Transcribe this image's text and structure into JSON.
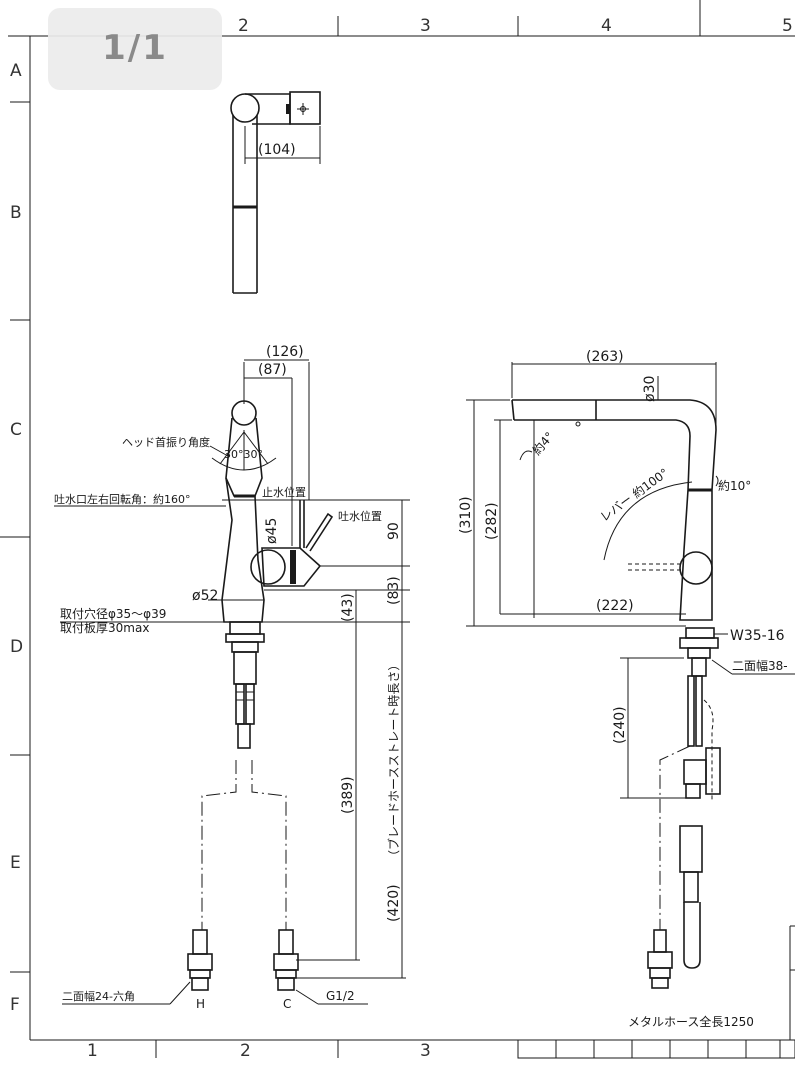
{
  "page_badge": "1/1",
  "grid": {
    "top_cols": [
      "2",
      "3",
      "4",
      "5"
    ],
    "bottom_cols": [
      "1",
      "2",
      "3"
    ],
    "rows": [
      "A",
      "B",
      "C",
      "D",
      "E",
      "F"
    ]
  },
  "dimensions": {
    "d104": "(104)",
    "d126": "(126)",
    "d87": "(87)",
    "d263": "(263)",
    "d310": "(310)",
    "d282": "(282)",
    "d222": "(222)",
    "d90": "90",
    "d83": "(83)",
    "d43": "(43)",
    "d389": "(389)",
    "d420": "(420)",
    "d240": "(240)",
    "phi45": "ø45",
    "phi52": "ø52",
    "phi30": "ø30"
  },
  "labels": {
    "head_swing": "ヘッド首振り角度",
    "swing_angle": "30°30°",
    "spout_rotation": "吐水口左右回転角：約160°",
    "stop_position": "止水位置",
    "discharge_position": "吐水位置",
    "mount_hole": "取付穴径φ35～φ39",
    "mount_plate": "取付板厚30max",
    "braid_hose": "（ブレードホースストレート時長さ）",
    "approx4": "約4°",
    "lever_angle": "レバー 約100°",
    "approx10": "約10°",
    "thread": "W35-16",
    "across_flats38": "二面幅38-",
    "across_flats24": "二面幅24-六角",
    "hot": "H",
    "cold": "C",
    "pipe_thread": "G1/2",
    "metal_hose": "メタルホース全長1250"
  }
}
